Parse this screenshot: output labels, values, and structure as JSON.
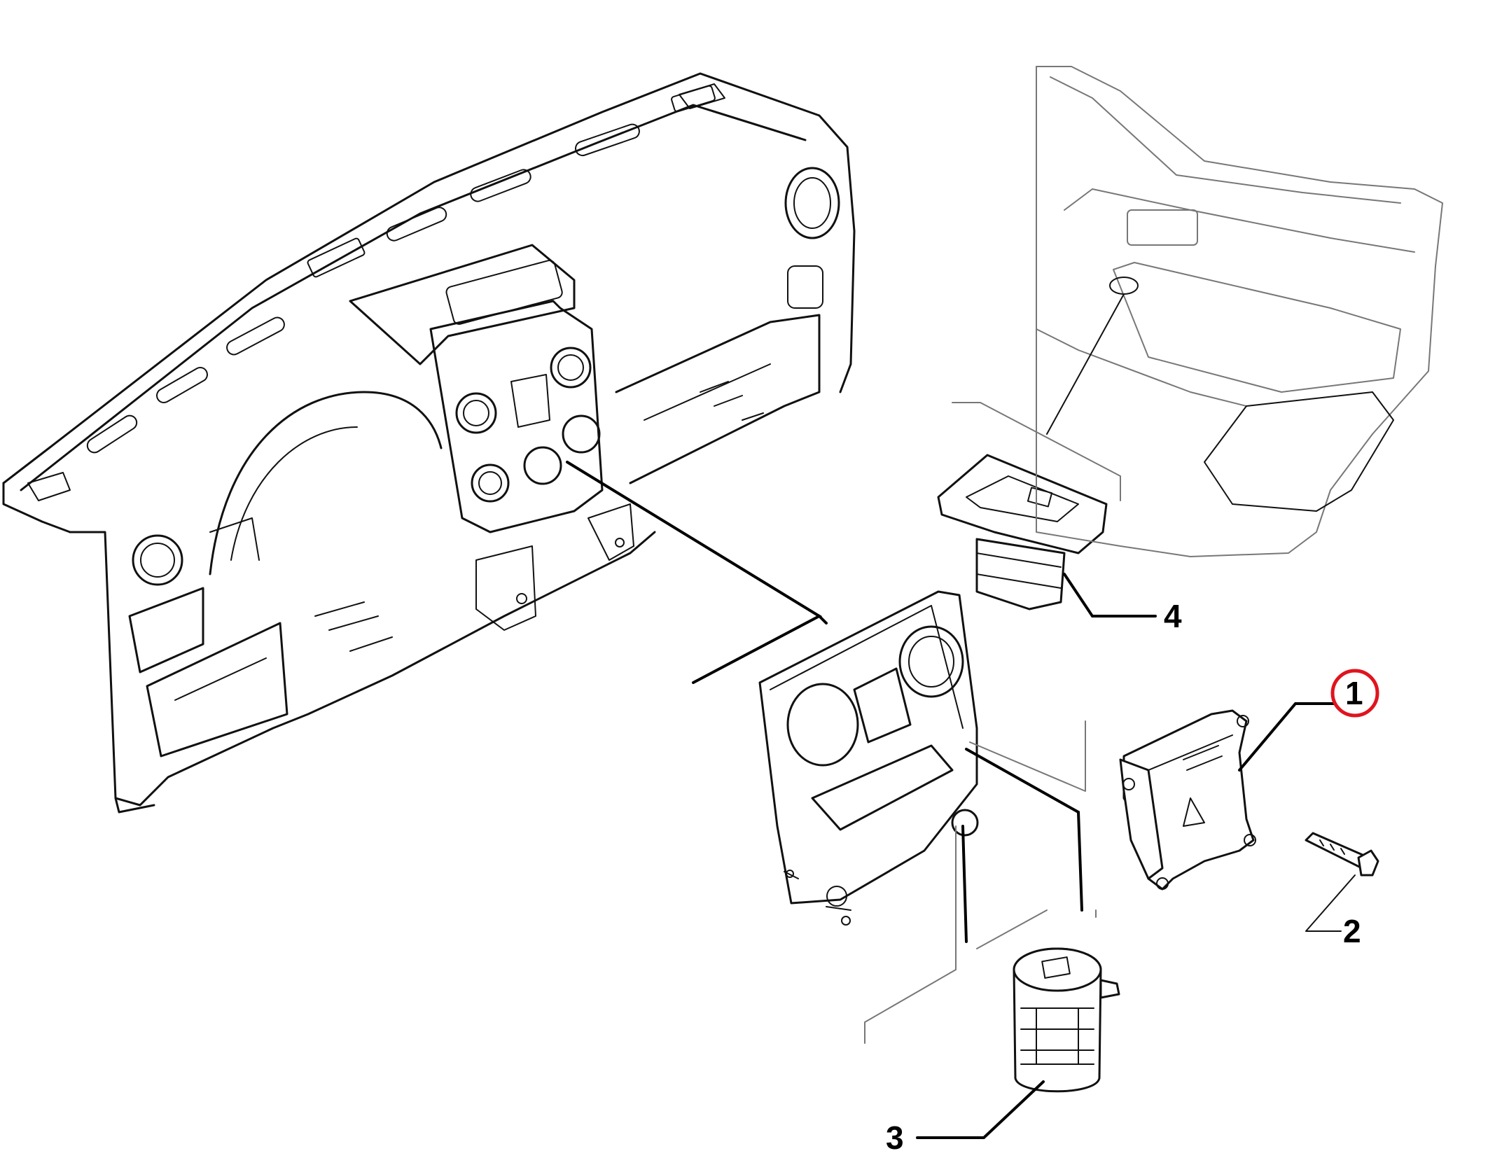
{
  "diagram": {
    "callouts": [
      {
        "id": "1",
        "label": "1",
        "highlighted": true
      },
      {
        "id": "2",
        "label": "2",
        "highlighted": false
      },
      {
        "id": "3",
        "label": "3",
        "highlighted": false
      },
      {
        "id": "4",
        "label": "4",
        "highlighted": false
      }
    ],
    "colors": {
      "line": "#111111",
      "highlight": "#e0141e",
      "background": "#ffffff"
    }
  }
}
